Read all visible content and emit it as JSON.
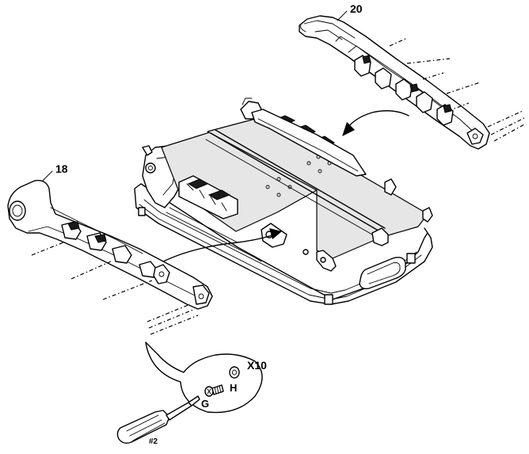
{
  "callouts": {
    "part_top_right": "20",
    "part_left": "18",
    "quantity": "X10",
    "screw": "G",
    "washer": "H",
    "screwdriver": "#2"
  }
}
